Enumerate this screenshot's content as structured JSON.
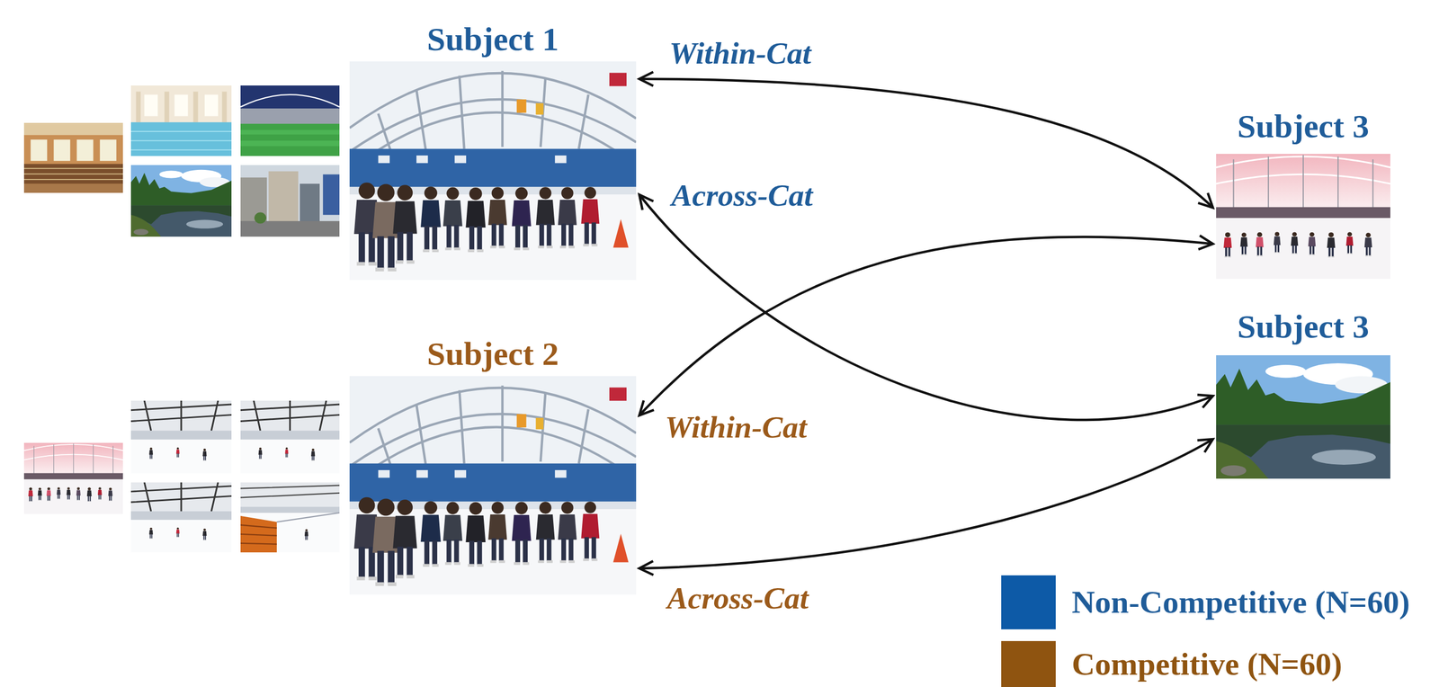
{
  "diagram": {
    "nodes": [
      {
        "text": [
          "Subject 1"
        ]
      },
      {
        "text": [
          "Subject 2"
        ]
      },
      {
        "text": [
          "Subject 3"
        ]
      },
      {
        "text": [
          "Subject 3"
        ]
      }
    ],
    "edges": [
      {
        "from": 0,
        "to": 2,
        "arrow": "both",
        "label": "Within-Cat"
      },
      {
        "from": 0,
        "to": 3,
        "arrow": "both",
        "label": "Across-Cat"
      },
      {
        "from": 1,
        "to": 2,
        "arrow": "both",
        "label": "Within-Cat"
      },
      {
        "from": 1,
        "to": 3,
        "arrow": "both",
        "label": "Across-Cat"
      }
    ],
    "legend": [
      {
        "text": "Non-Competitive (N=60)",
        "color": "#0d5aa7"
      },
      {
        "text": "Competitive (N=60)",
        "color": "#8f5410"
      }
    ]
  }
}
